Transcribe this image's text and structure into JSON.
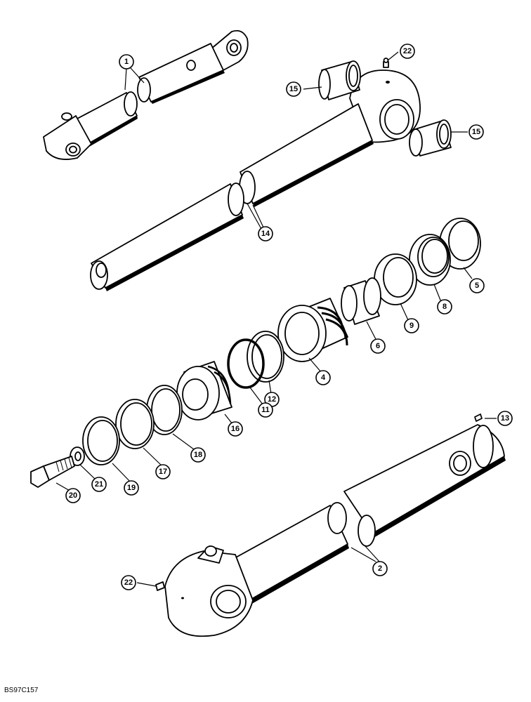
{
  "figure_code": "BS97C157",
  "callouts": {
    "c1": "1",
    "c2": "2",
    "c4": "4",
    "c5": "5",
    "c6": "6",
    "c8": "8",
    "c9": "9",
    "c11": "11",
    "c12": "12",
    "c13": "13",
    "c14": "14",
    "c15a": "15",
    "c15b": "15",
    "c16": "16",
    "c17": "17",
    "c18": "18",
    "c19": "19",
    "c20": "20",
    "c21": "21",
    "c22a": "22",
    "c22b": "22"
  }
}
